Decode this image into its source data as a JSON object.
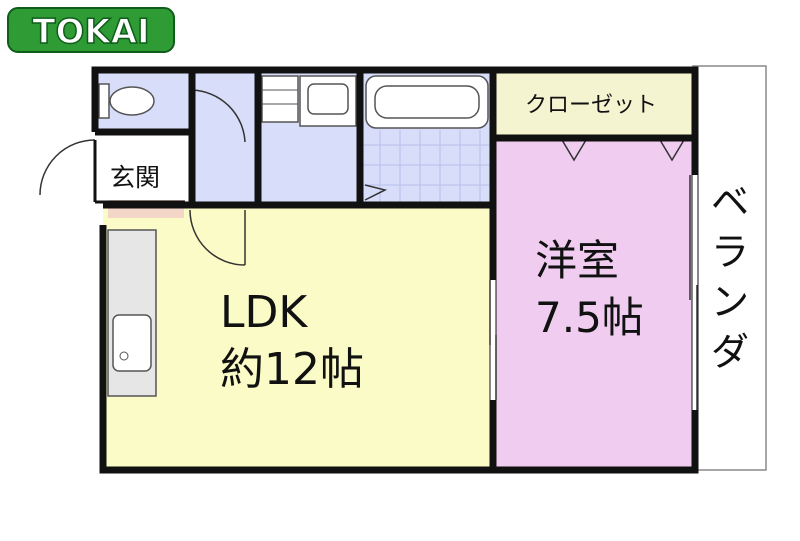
{
  "logo": {
    "text": "TOKAI"
  },
  "rooms": {
    "entrance": "玄関",
    "ldk_name": "LDK",
    "ldk_size": "約12帖",
    "western_name": "洋室",
    "western_size": "7.5帖",
    "closet": "クローゼット",
    "veranda": [
      "ベ",
      "ラ",
      "ン",
      "ダ"
    ]
  },
  "colors": {
    "ldk": "#fbfbc8",
    "western": "#f0cdf0",
    "wet_area": "#d8ddfa",
    "closet": "#f4f4d0",
    "entrance_floor": "#f3d6c8",
    "wall": "#111111",
    "logo_green": "#1e8c2e"
  }
}
